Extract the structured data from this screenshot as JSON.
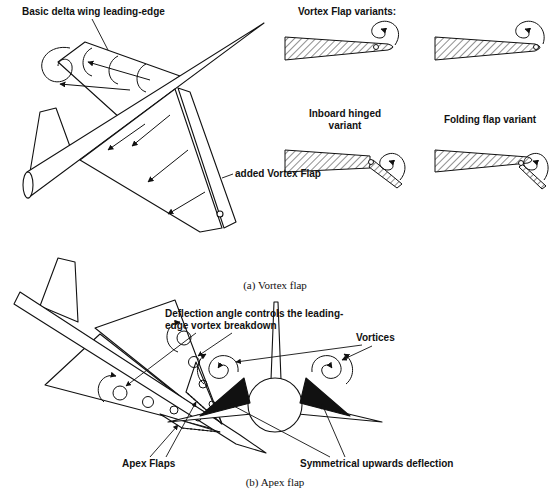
{
  "diagram": {
    "labels": [
      "Basic delta wing leading-edge",
      "Vortex Flap variants:",
      "Inboard hinged variant",
      "Folding flap variant",
      "added Vortex Flap",
      "(a) Vortex flap",
      "Deflection angle controls the leading-edge vortex breakdown",
      "Vortices",
      "Apex Flaps",
      "Symmetrical upwards deflection",
      "(b) Apex flap"
    ]
  }
}
